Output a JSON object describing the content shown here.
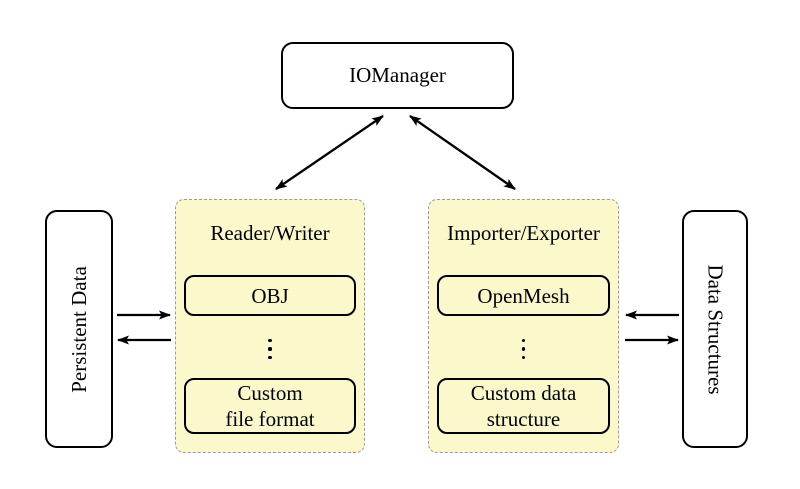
{
  "io_manager": {
    "label": "IOManager"
  },
  "persistent_data": {
    "label": "Persistent Data"
  },
  "data_structures": {
    "label": "Data Structures"
  },
  "reader_writer": {
    "title": "Reader/Writer",
    "items": [
      {
        "label": "OBJ"
      },
      {
        "label": "Custom\nfile format"
      }
    ]
  },
  "importer_exporter": {
    "title": "Importer/Exporter",
    "items": [
      {
        "label": "OpenMesh"
      },
      {
        "label": "Custom data\nstructure"
      }
    ]
  },
  "colors": {
    "group_fill": "#fbf8cc",
    "group_border": "#9a9a9a",
    "node_border": "#000000",
    "node_fill": "#ffffff",
    "arrow": "#000000",
    "background": "#ffffff"
  }
}
